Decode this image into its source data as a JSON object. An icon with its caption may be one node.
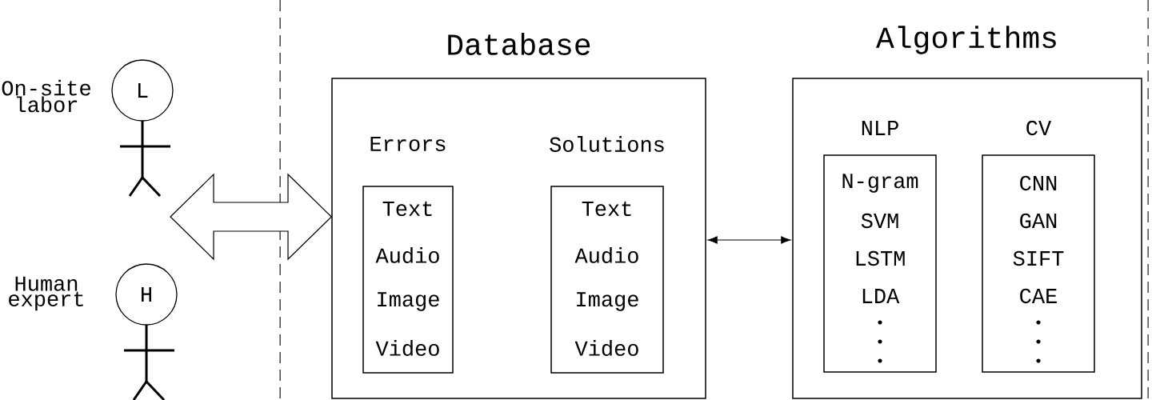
{
  "diagram": {
    "nodes": [
      {
        "text": [
          "L"
        ],
        "beside": [
          "On-site labor"
        ]
      },
      {
        "text": [
          "H"
        ],
        "beside": [
          "Human expert"
        ]
      },
      {
        "text": [
          "Database"
        ]
      },
      {
        "text": [
          "Errors",
          "Text",
          "Audio",
          "Image",
          "Video"
        ],
        "in": 2
      },
      {
        "text": [
          "Solutions",
          "Text",
          "Audio",
          "Image",
          "Video"
        ],
        "in": 2
      },
      {
        "text": [
          "Algorithms"
        ]
      },
      {
        "text": [
          "NLP",
          "N-gram",
          "SVM",
          "LSTM",
          "LDA"
        ],
        "in": 5
      },
      {
        "text": [
          "CV",
          "CNN",
          "GAN",
          "SIFT",
          "CAE"
        ],
        "in": 5
      }
    ],
    "edges": [
      {
        "from": null,
        "to": 2,
        "arrow": "both"
      },
      {
        "from": 2,
        "to": 5,
        "arrow": "both"
      }
    ]
  }
}
